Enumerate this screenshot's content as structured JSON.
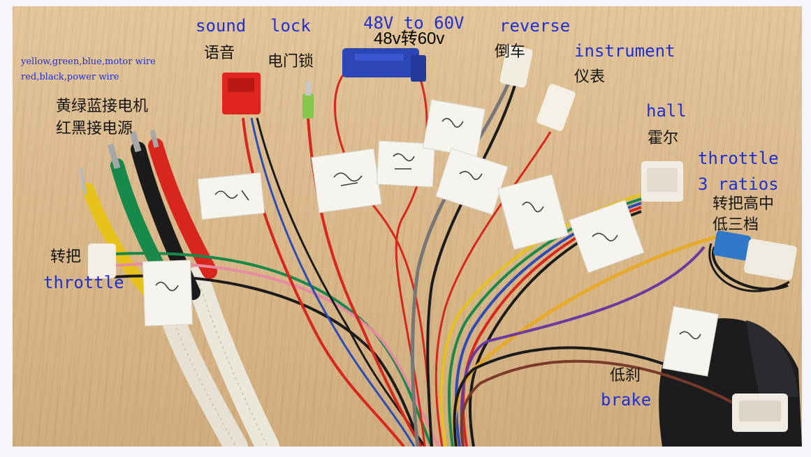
{
  "labels": {
    "sound_en": "sound",
    "sound_zh": "语音",
    "lock_en": "lock",
    "lock_zh": "电门锁",
    "voltage_en": "48V to 60V",
    "voltage_zh": "48v转60v",
    "reverse_en": "reverse",
    "reverse_zh": "倒车",
    "instrument_en": "instrument",
    "instrument_zh": "仪表",
    "hall_en": "hall",
    "hall_zh": "霍尔",
    "throttle3_en_1": "throttle",
    "throttle3_en_2": "3 ratios",
    "throttle3_zh_1": "转把高中",
    "throttle3_zh_2": "低三档",
    "motor_en": "yellow,green,blue,motor wire",
    "power_en": "red,black,power wire",
    "motor_zh": "黄绿蓝接电机",
    "power_zh": "红黑接电源",
    "throttle_zh": "转把",
    "throttle_en": "throttle",
    "brake_zh": "低刹",
    "brake_en": "brake"
  },
  "colors": {
    "label_en": "#1e2fd6",
    "label_zh": "#141414",
    "wire_red": "#d8261d",
    "wire_black": "#1b1b1b",
    "wire_yellow": "#e7c21a",
    "wire_green": "#17894a",
    "wire_blue": "#2a4bb8",
    "wire_purple": "#6b3aa0",
    "wire_pink": "#e58aa0",
    "connector_blue": "#2c46b7",
    "connector_red": "#e0251f",
    "tape": "#f6f4ee"
  }
}
